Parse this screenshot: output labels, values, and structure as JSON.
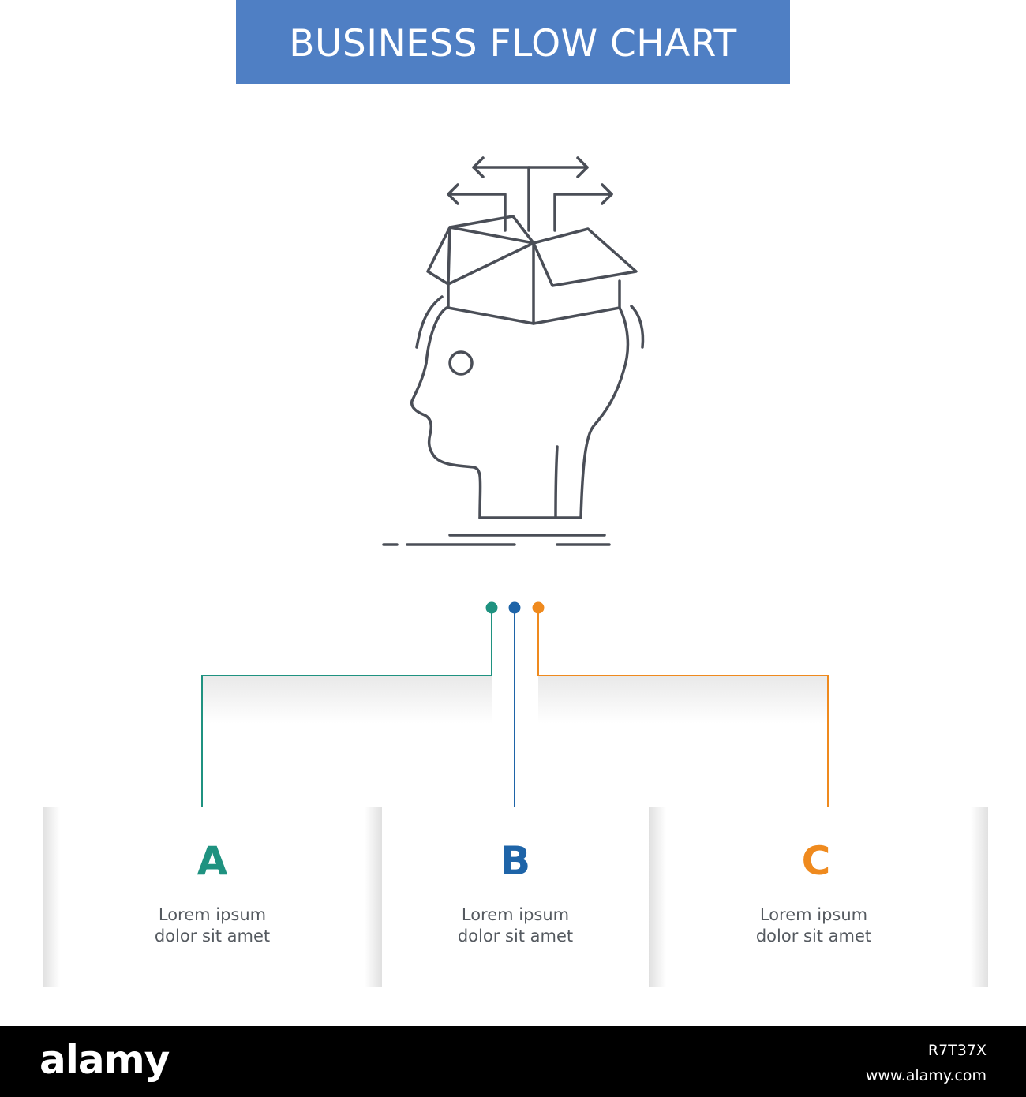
{
  "header": {
    "title": "BUSINESS FLOW CHART"
  },
  "colors": {
    "banner": "#4f7fc4",
    "icon_stroke": "#4a4e57",
    "branch_a": "#1f9280",
    "branch_b": "#1e64a8",
    "branch_c": "#ef8a1e",
    "body_text": "#555a60"
  },
  "central_icon": {
    "name": "head-with-open-box-distribution-icon"
  },
  "steps": [
    {
      "letter": "A",
      "line1": "Lorem ipsum",
      "line2": "dolor sit amet",
      "color": "#1f9280"
    },
    {
      "letter": "B",
      "line1": "Lorem ipsum",
      "line2": "dolor sit amet",
      "color": "#1e64a8"
    },
    {
      "letter": "C",
      "line1": "Lorem ipsum",
      "line2": "dolor sit amet",
      "color": "#ef8a1e"
    }
  ],
  "footer": {
    "logo": "alamy",
    "image_id": "R7T37X",
    "url": "www.alamy.com"
  }
}
